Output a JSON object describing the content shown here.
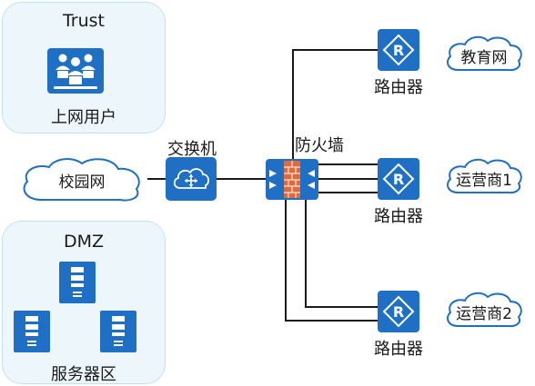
{
  "zones": {
    "trust": {
      "title": "Trust",
      "subtitle": "上网用户"
    },
    "dmz": {
      "title": "DMZ",
      "subtitle": "服务器区"
    }
  },
  "clouds": {
    "campus": "校园网",
    "education": "教育网",
    "isp1": "运营商1",
    "isp2": "运营商2"
  },
  "devices": {
    "switch": "交换机",
    "firewall": "防火墙",
    "router_top": "路由器",
    "router_mid": "路由器",
    "router_bottom": "路由器"
  },
  "colors": {
    "device_blue": "#1f6fc4",
    "zone_fill": "#edf7fb",
    "zone_border": "#bfe3f0",
    "cloud_stroke": "#1f6fc4",
    "firewall_brick": "#e06a3a",
    "line": "#1a1a1a"
  },
  "icons": {
    "users": "users-group-icon",
    "switch": "switch-icon",
    "firewall": "firewall-icon",
    "router": "router-icon",
    "server": "server-icon"
  }
}
